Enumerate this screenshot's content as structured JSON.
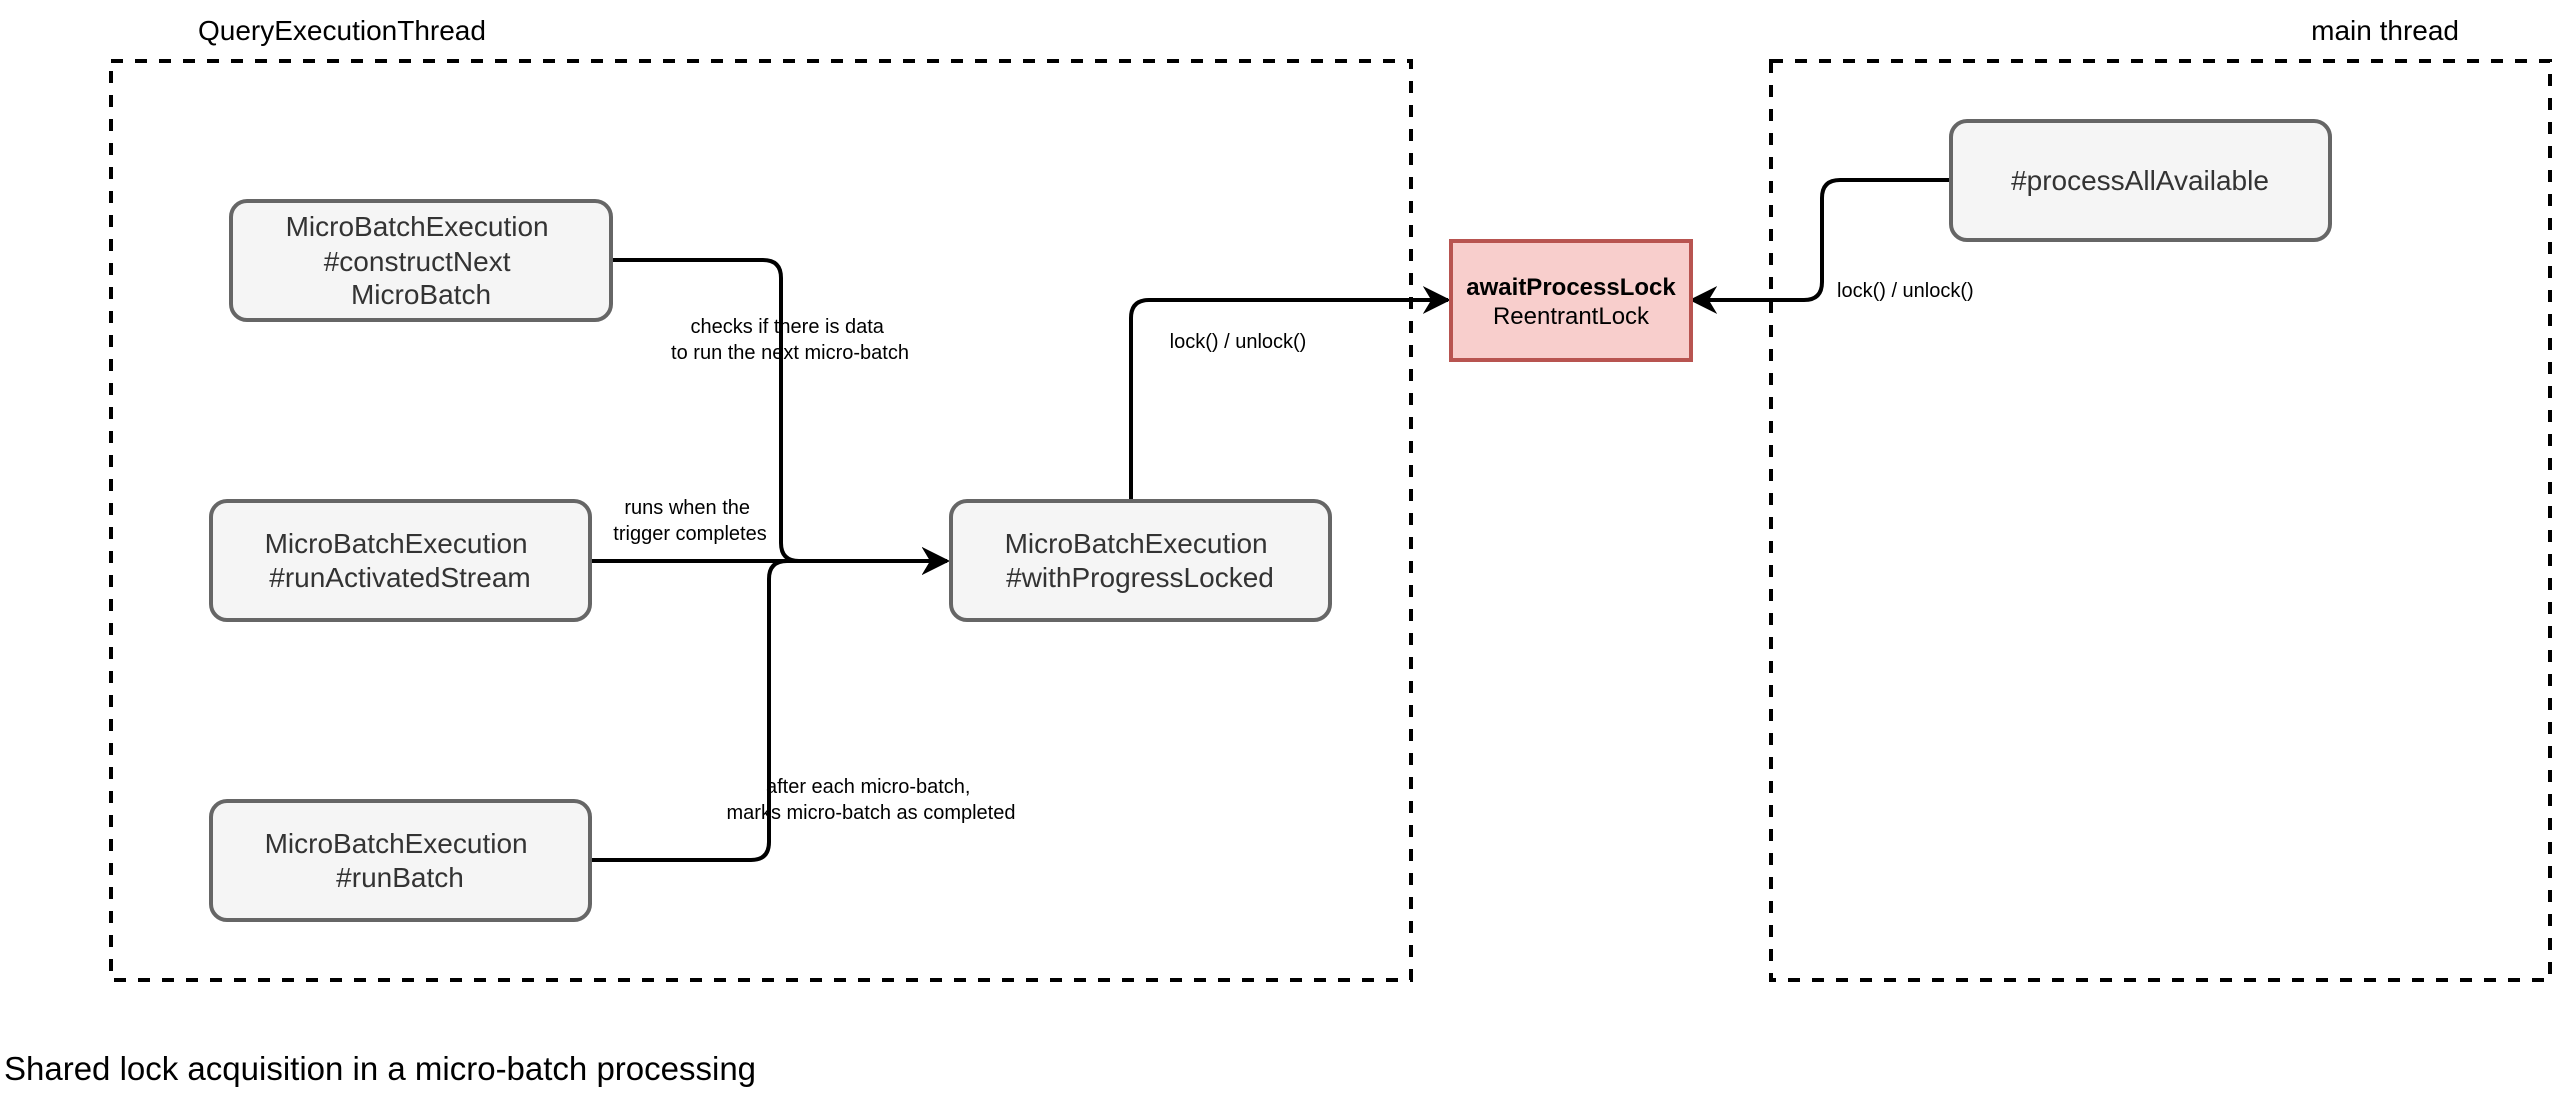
{
  "groups": {
    "query_thread": "QueryExecutionThread",
    "main_thread": "main thread"
  },
  "nodes": {
    "construct_next": [
      "MicroBatchExecution",
      "#constructNext",
      "MicroBatch"
    ],
    "run_activated": [
      "MicroBatchExecution",
      "#runActivatedStream"
    ],
    "run_batch": [
      "MicroBatchExecution",
      "#runBatch"
    ],
    "with_progress": [
      "MicroBatchExecution",
      "#withProgressLocked"
    ],
    "process_all": "#processAllAvailable",
    "lock_name": "awaitProcessLock",
    "lock_type": "ReentrantLock"
  },
  "edges": {
    "construct_label": [
      "checks if there is data",
      "to run the next micro-batch"
    ],
    "run_activated_label": [
      "runs when the",
      "trigger completes"
    ],
    "run_batch_label": [
      "after each micro-batch,",
      "marks micro-batch as completed"
    ],
    "with_progress_lock_label": "lock() / unlock()",
    "process_all_lock_label": "lock() / unlock()"
  },
  "caption": "Shared lock acquisition in a micro-batch processing"
}
